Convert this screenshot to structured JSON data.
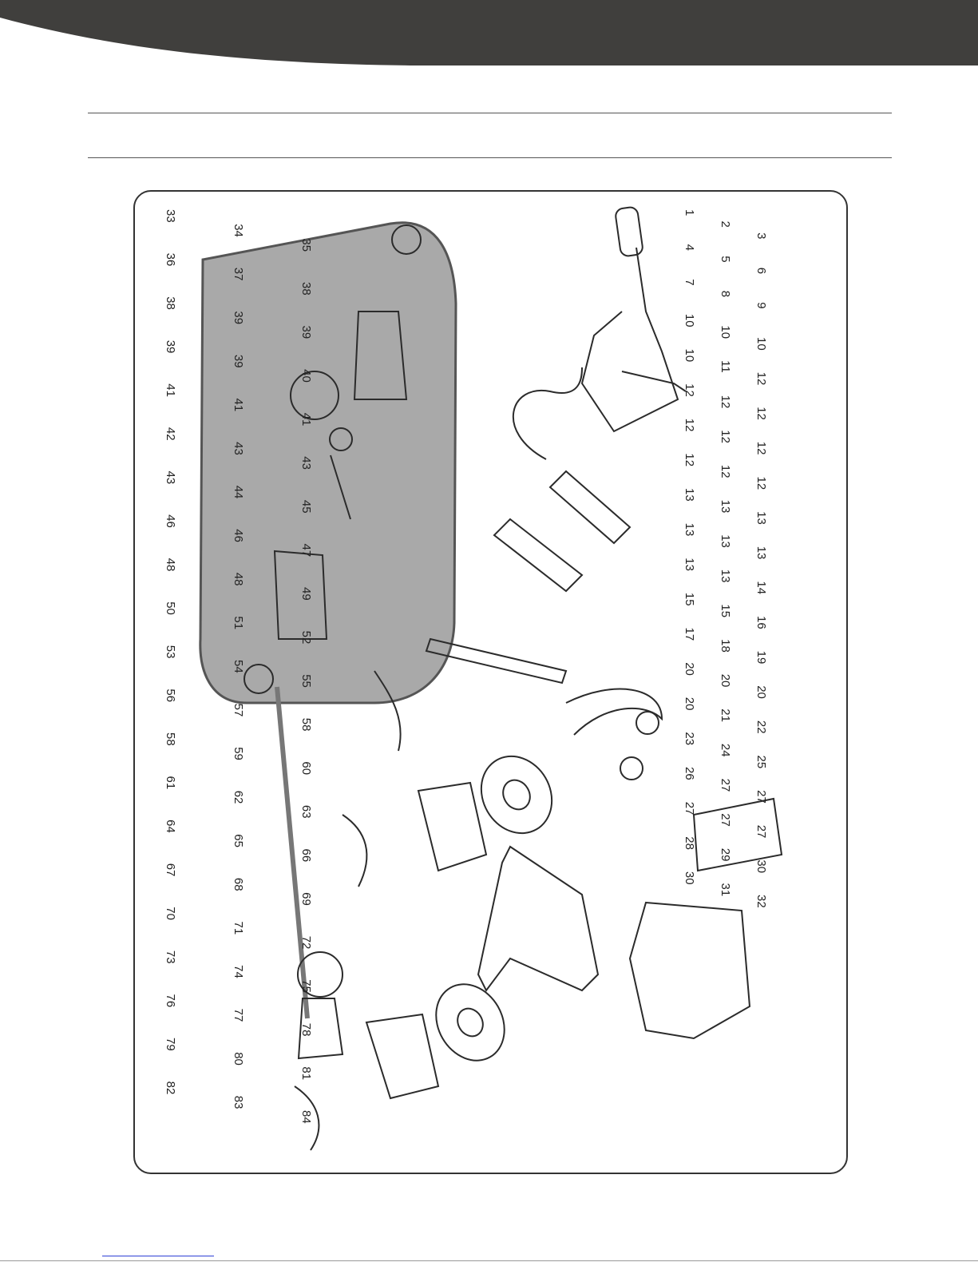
{
  "colors": {
    "header_band": "#403f3d",
    "inset_panel": "#a9a9a9",
    "line_art": "#2b2b2b",
    "footer_link": "#2e3fd6"
  },
  "diagram": {
    "kind": "exploded parts view",
    "callouts": [
      "1",
      "2",
      "3",
      "4",
      "5",
      "6",
      "7",
      "8",
      "9",
      "10",
      "10",
      "10",
      "10",
      "11",
      "12",
      "12",
      "12",
      "12",
      "12",
      "12",
      "12",
      "12",
      "12",
      "12",
      "13",
      "13",
      "13",
      "13",
      "13",
      "13",
      "13",
      "13",
      "14",
      "15",
      "15",
      "16",
      "17",
      "18",
      "19",
      "20",
      "20",
      "20",
      "20",
      "21",
      "22",
      "23",
      "24",
      "25",
      "26",
      "27",
      "27",
      "27",
      "27",
      "27",
      "28",
      "29",
      "30",
      "30",
      "31",
      "32",
      "33",
      "34",
      "35",
      "36",
      "37",
      "38",
      "38",
      "39",
      "39",
      "39",
      "39",
      "40",
      "41",
      "41",
      "41",
      "42",
      "43",
      "43",
      "43",
      "44",
      "45",
      "46",
      "46",
      "47",
      "48",
      "48",
      "49",
      "50",
      "51",
      "52",
      "53",
      "54",
      "55",
      "56",
      "57",
      "58",
      "58",
      "59",
      "60",
      "61",
      "62",
      "63",
      "64",
      "65",
      "66",
      "67",
      "68",
      "69",
      "70",
      "71",
      "72",
      "73",
      "74",
      "75",
      "76",
      "77",
      "78",
      "79",
      "80",
      "81",
      "82",
      "83",
      "84"
    ]
  }
}
